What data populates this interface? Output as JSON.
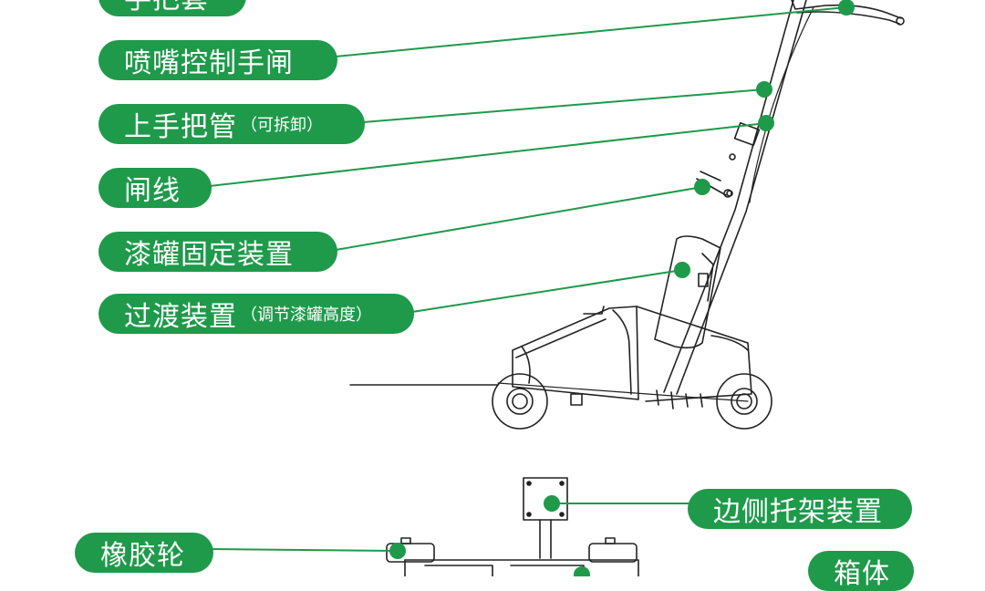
{
  "labels": {
    "grip_cover": "手把套",
    "nozzle_brake": "喷嘴控制手闸",
    "upper_handle": "上手把管",
    "upper_handle_note": "（可拆卸）",
    "brake_cable": "闸线",
    "tank_mount": "漆罐固定装置",
    "transition": "过渡装置",
    "transition_note": "（调节漆罐高度）",
    "side_bracket": "边侧托架装置",
    "rubber_wheel": "橡胶轮",
    "box_body": "箱体"
  },
  "colors": {
    "accent": "#1e9a4a",
    "line": "#1e9a4a",
    "drawing": "#222222",
    "label_text": "#ffffff"
  }
}
